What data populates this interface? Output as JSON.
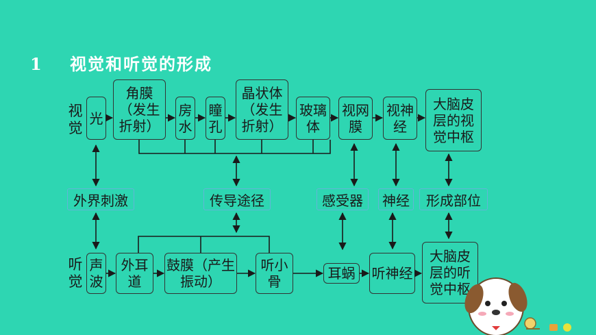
{
  "title": {
    "number": "1",
    "text": "视觉和听觉的形成"
  },
  "visual": {
    "label": "视觉",
    "boxes": [
      "光",
      "角膜（发生折射）",
      "房水",
      "瞳孔",
      "晶状体（发生折射）",
      "玻璃体",
      "视网膜",
      "视神经",
      "大脑皮层的视觉中枢"
    ]
  },
  "hearing": {
    "label": "听觉",
    "boxes": [
      "声波",
      "外耳道",
      "鼓膜（产生振动）",
      "听小骨",
      "耳蜗",
      "听神经",
      "大脑皮层的听觉中枢"
    ]
  },
  "labels": [
    "外界刺激",
    "传导途径",
    "感受器",
    "神经",
    "形成部位"
  ],
  "colors": {
    "background": "#2ed6b2",
    "title": "#ffffff",
    "label_border": "#62b6d8"
  }
}
